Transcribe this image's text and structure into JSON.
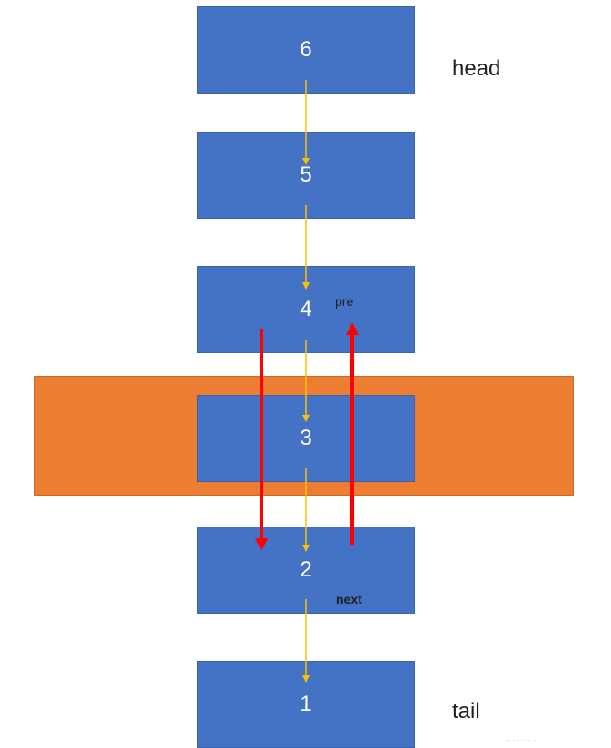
{
  "nodes": [
    {
      "value": "6"
    },
    {
      "value": "5"
    },
    {
      "value": "4"
    },
    {
      "value": "3"
    },
    {
      "value": "2"
    },
    {
      "value": "1"
    }
  ],
  "labels": {
    "head": "head",
    "tail": "tail",
    "pre": "pre",
    "next": "next"
  },
  "colors": {
    "node_fill": "#4472c4",
    "band_fill": "#ed7d31",
    "link_arrow": "#ffc000",
    "pointer_arrow": "#ff0000"
  }
}
